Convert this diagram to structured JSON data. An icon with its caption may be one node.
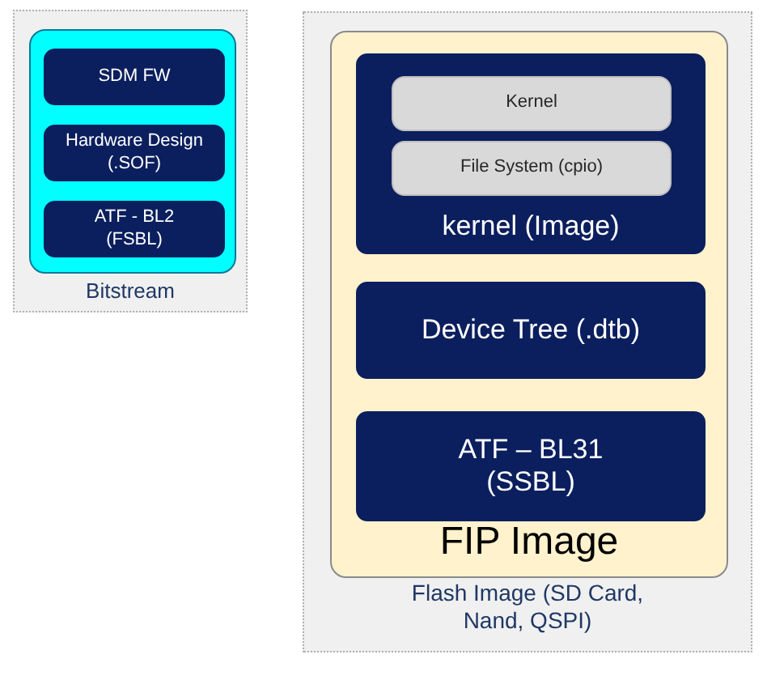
{
  "diagram": {
    "nodes": [
      {
        "text": [
          "Bitstream"
        ]
      },
      {
        "text": [],
        "shape": "box",
        "in": 0
      },
      {
        "text": [
          "SDM FW"
        ],
        "in": 1
      },
      {
        "text": [
          "Hardware Design (.SOF)"
        ],
        "in": 1
      },
      {
        "text": [
          "ATF - BL2 (FSBL)"
        ],
        "in": 1
      },
      {
        "text": [
          "Flash Image (SD Card, Nand, QSPI)"
        ]
      },
      {
        "text": [
          "FIP Image"
        ],
        "in": 5
      },
      {
        "text": [
          "kernel (Image)"
        ],
        "in": 6
      },
      {
        "text": [
          "Kernel"
        ],
        "in": 7
      },
      {
        "text": [
          "File System (cpio)"
        ],
        "in": 7
      },
      {
        "text": [
          "Device Tree (.dtb)"
        ],
        "in": 6
      },
      {
        "text": [
          "ATF – BL31 (SSBL)"
        ],
        "in": 6
      }
    ],
    "edges": []
  }
}
